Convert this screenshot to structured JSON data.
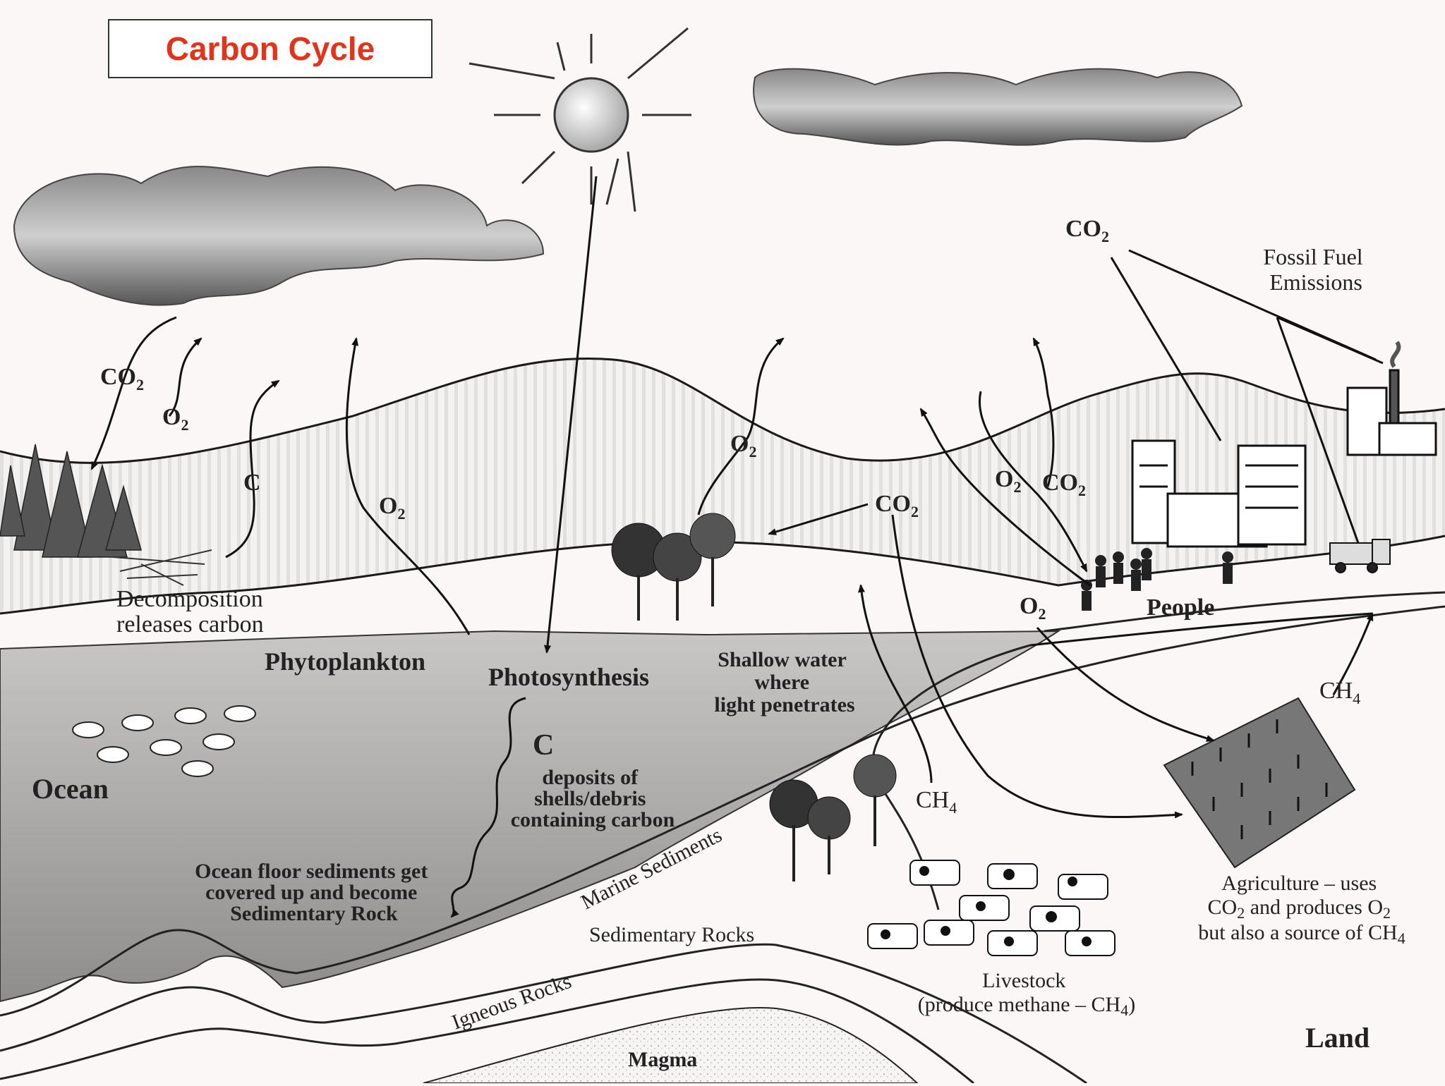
{
  "title": "Carbon Cycle",
  "colors": {
    "title": "#e2341a",
    "background": "#fbf7f7",
    "ocean": "#9a9a9a",
    "line": "#1a1a1a"
  },
  "chem": {
    "co2": "CO",
    "co2_sub": "2",
    "o2": "O",
    "o2_sub": "2",
    "ch4": "CH",
    "ch4_sub": "4",
    "c": "C"
  },
  "labels": {
    "decomposition": [
      "Decomposition",
      "releases carbon"
    ],
    "phytoplankton": "Phytoplankton",
    "photosynthesis": "Photosynthesis",
    "shallow_water": [
      "Shallow water",
      "where",
      "light penetrates"
    ],
    "ocean": "Ocean",
    "deposits": [
      "deposits of",
      "shells/debris",
      "containing carbon"
    ],
    "ocean_floor": [
      "Ocean floor sediments get",
      "covered up and become",
      "Sedimentary Rock"
    ],
    "marine_sediments": "Marine Sediments",
    "sedimentary_rocks": "Sedimentary Rocks",
    "igneous_rocks": "Igneous Rocks",
    "magma": "Magma",
    "people": "People",
    "fossil_fuel": [
      "Fossil Fuel",
      "Emissions"
    ],
    "agriculture": [
      "Agriculture – uses",
      "CO",
      "2",
      " and produces O",
      "2",
      "but also a source of CH",
      "4"
    ],
    "livestock": [
      "Livestock",
      "(produce methane – CH",
      "4",
      ")"
    ],
    "land": "Land"
  }
}
